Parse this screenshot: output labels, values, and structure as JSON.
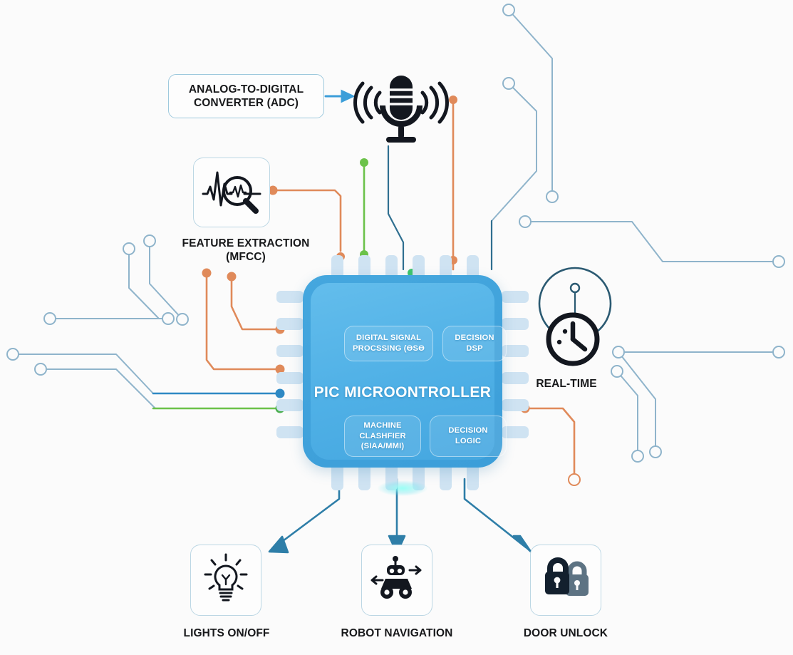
{
  "diagram": {
    "background_color": "#fbfbfb",
    "accent_blue": "#3c9ed9",
    "trace_blue": "#7fa9c4",
    "trace_orange": "#e08a5a",
    "trace_green": "#4caf50",
    "arrow_blue": "#2e89c4",
    "dark": "#17181a"
  },
  "adc": {
    "label": "ANALOG-TO-DIGITAL\nCONVERTER (ADC)"
  },
  "microphone": {
    "icon": "microphone-icon"
  },
  "feature_extraction": {
    "icon": "waveform-magnifier-icon",
    "label": "FEATURE EXTRACTION\n(MFCC)"
  },
  "chip": {
    "title": "PIC MICROONTROLLER",
    "blocks": [
      {
        "id": "dsp",
        "label": "DIGITAL SIGNAL\nPROCSSING (ƟSƟ"
      },
      {
        "id": "dec-dsp",
        "label": "DECISION\nDSP"
      },
      {
        "id": "ml",
        "label": "MACHINE\nCLASHFIER\n(SIAA/MMI)"
      },
      {
        "id": "logic",
        "label": "DECISION\nLOGIC"
      }
    ]
  },
  "real_time": {
    "icon": "stopwatch-icon",
    "label": "REAL-TIME"
  },
  "outputs": [
    {
      "id": "lights",
      "icon": "lightbulb-icon",
      "label": "LIGHTS ON/OFF"
    },
    {
      "id": "robot",
      "icon": "robot-icon",
      "label": "ROBOT NAVIGATION"
    },
    {
      "id": "door",
      "icon": "padlock-icon",
      "label": "DOOR UNLOCK"
    }
  ]
}
